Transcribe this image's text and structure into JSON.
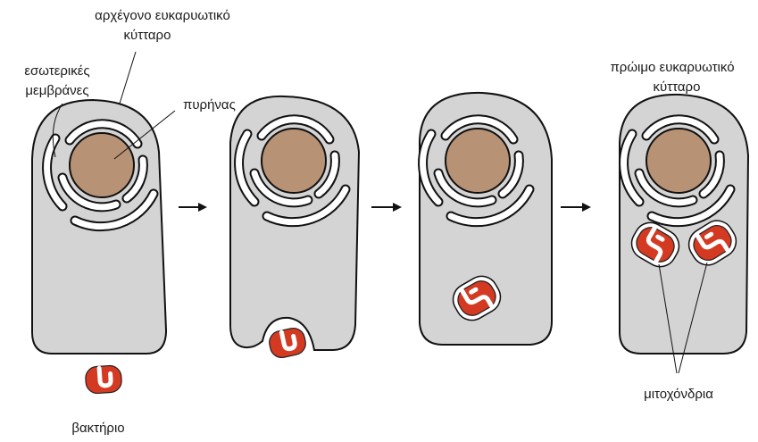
{
  "labels": {
    "ancestral_cell_line1": "αρχέγονο ευκαρυωτικό",
    "ancestral_cell_line2": "κύτταρο",
    "internal_membranes_line1": "εσωτερικές",
    "internal_membranes_line2": "μεμβράνες",
    "nucleus": "πυρήνας",
    "bacterium": "βακτήριο",
    "early_cell_line1": "πρώιμο ευκαρυωτικό",
    "early_cell_line2": "κύτταρο",
    "mitochondria": "μιτοχόνδρια"
  },
  "stages": [
    "ancestral cell with bacterium outside",
    "bacterium being engulfed",
    "bacterium inside the cell",
    "early eukaryotic cell with mitochondria"
  ],
  "colors": {
    "cytoplasm": "#d4d4d4",
    "nucleus": "#b89274",
    "bacterium": "#d43a22",
    "outline": "#111111"
  }
}
